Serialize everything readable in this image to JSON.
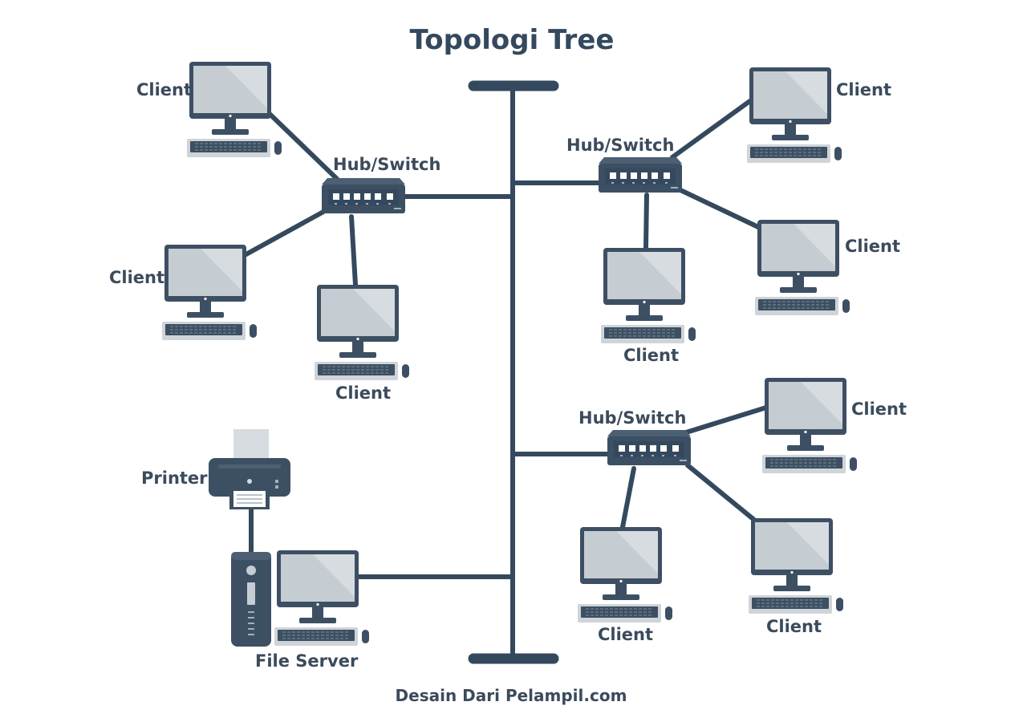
{
  "title": "Topologi Tree",
  "credit": "Desain Dari Pelampil.com",
  "labels": {
    "client": "Client",
    "hub": "Hub/Switch",
    "printer": "Printer",
    "file_server": "File Server"
  },
  "colors": {
    "line": "#34495e",
    "monitor_frame": "#3d4f63",
    "screen": "#c5ccd2",
    "screen_shine": "#d6dce0",
    "keyboard": "#cfd4d8",
    "key": "#3d4f63",
    "text": "#3b4b5c"
  },
  "nodes": {
    "hubs": [
      "Hub/Switch",
      "Hub/Switch",
      "Hub/Switch"
    ],
    "clients": [
      "Client",
      "Client",
      "Client",
      "Client",
      "Client",
      "Client",
      "Client",
      "Client",
      "Client"
    ],
    "devices": [
      "Printer",
      "File Server"
    ]
  }
}
